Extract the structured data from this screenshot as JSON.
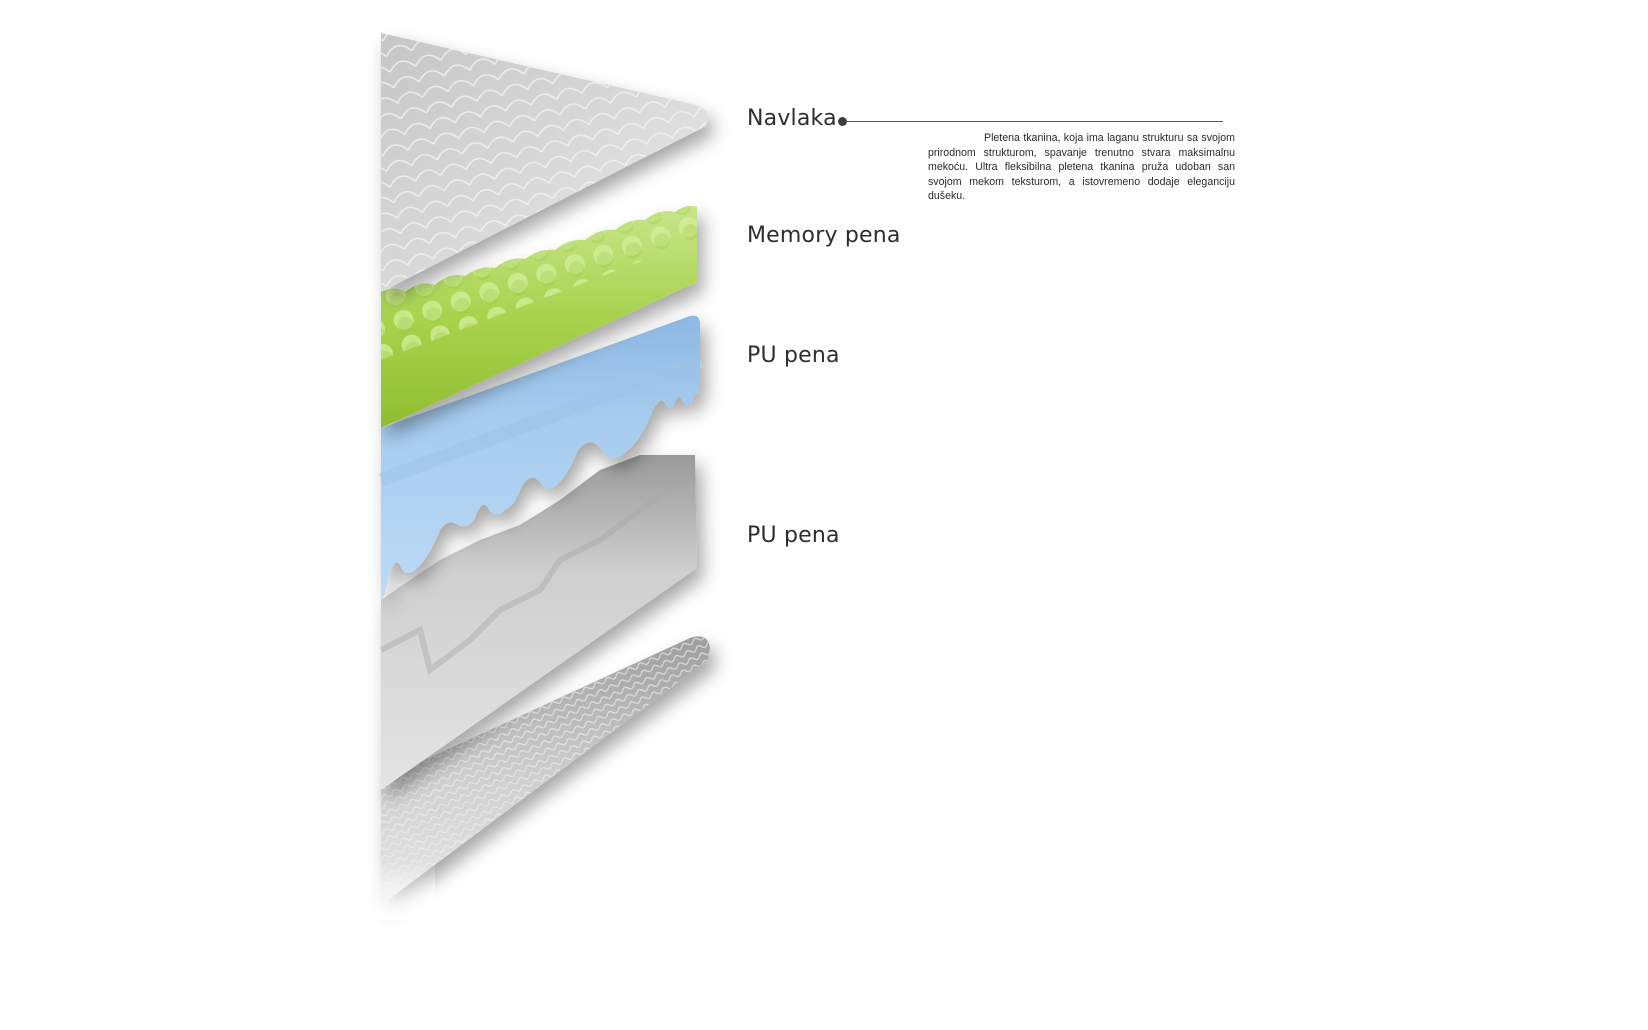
{
  "layers": [
    {
      "id": "navlaka",
      "label": "Navlaka",
      "color": "#d3d3d3"
    },
    {
      "id": "memory",
      "label": "Memory pena",
      "color": "#a8d14a"
    },
    {
      "id": "pu1",
      "label": "PU pena",
      "color": "#a9cdec"
    },
    {
      "id": "pu2",
      "label": "PU pena",
      "color": "#d9d9d9"
    }
  ],
  "callout": {
    "description": "Pletena tkanina, koja ima laganu strukturu sa svojom prirodnom strukturom, spavanje trenutno stvara maksimalnu mekoću. Ultra fleksibilna pletena tkanina pruža udoban san svojom mekom teksturom, a istovremeno dodaje eleganciju dušeku."
  },
  "colors": {
    "background": "#ffffff",
    "text": "#2e2e2e",
    "leader": "#555555"
  }
}
